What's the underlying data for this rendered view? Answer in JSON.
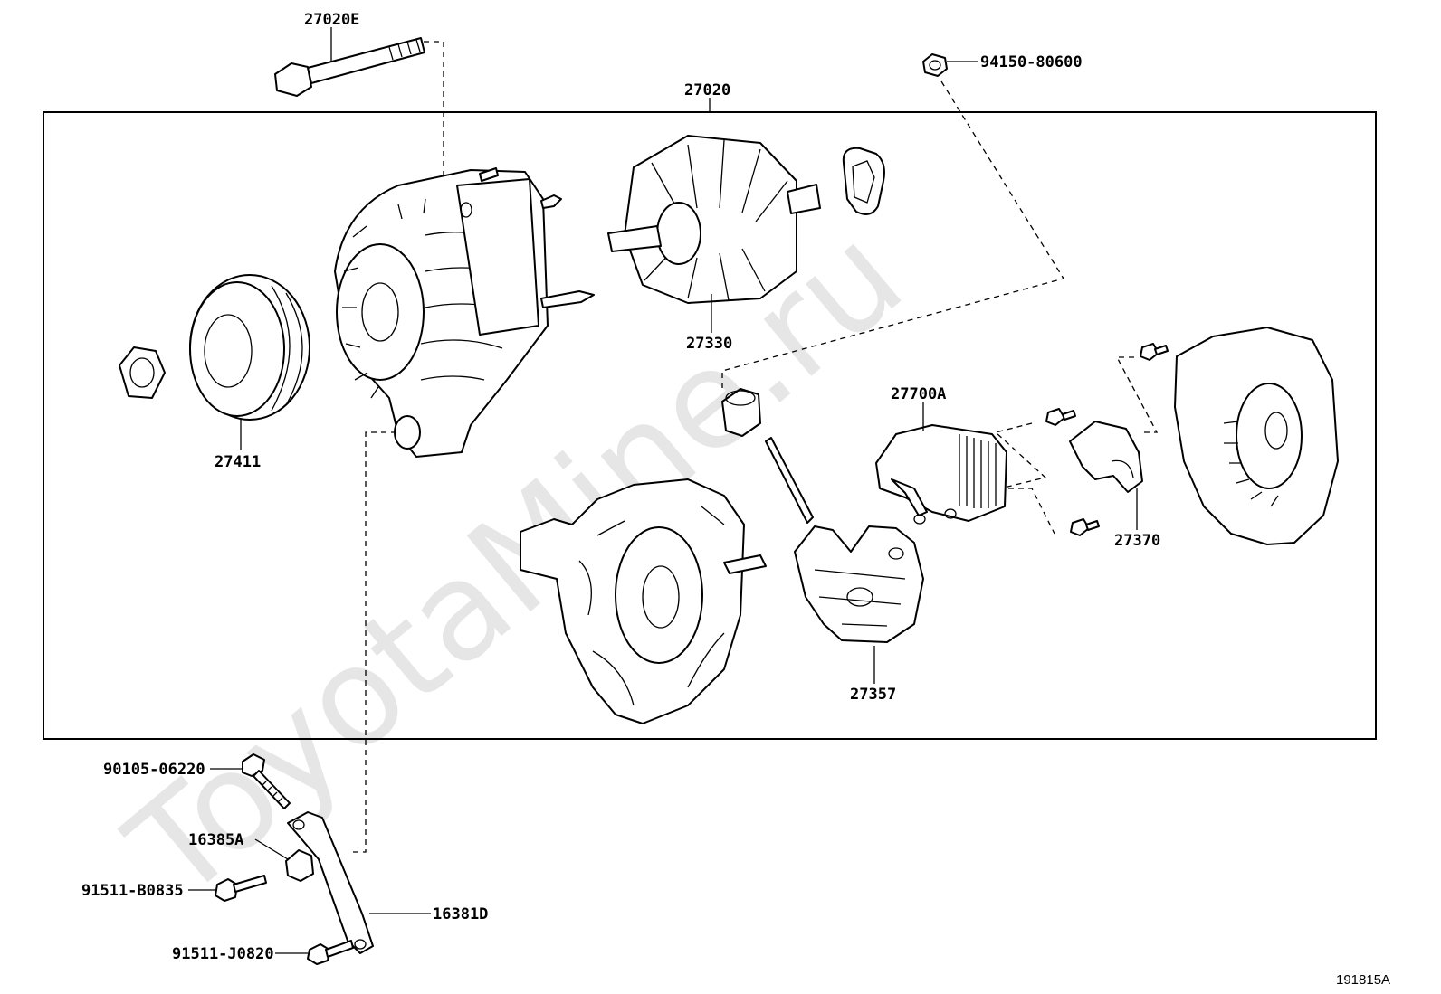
{
  "watermark": "ToyotaMine.ru",
  "document_id": "191815A",
  "callouts": {
    "bolt_thru": "27020E",
    "alternator_assy": "27020",
    "nut_terminal": "94150-80600",
    "rotor": "27330",
    "pulley": "27411",
    "regulator": "27700A",
    "brush_holder_cover": "27370",
    "rectifier": "27357",
    "bolt_90105": "90105-06220",
    "spacer": "16385A",
    "bolt_b0835": "91511-B0835",
    "bracket": "16381D",
    "bolt_j0820": "91511-J0820"
  }
}
